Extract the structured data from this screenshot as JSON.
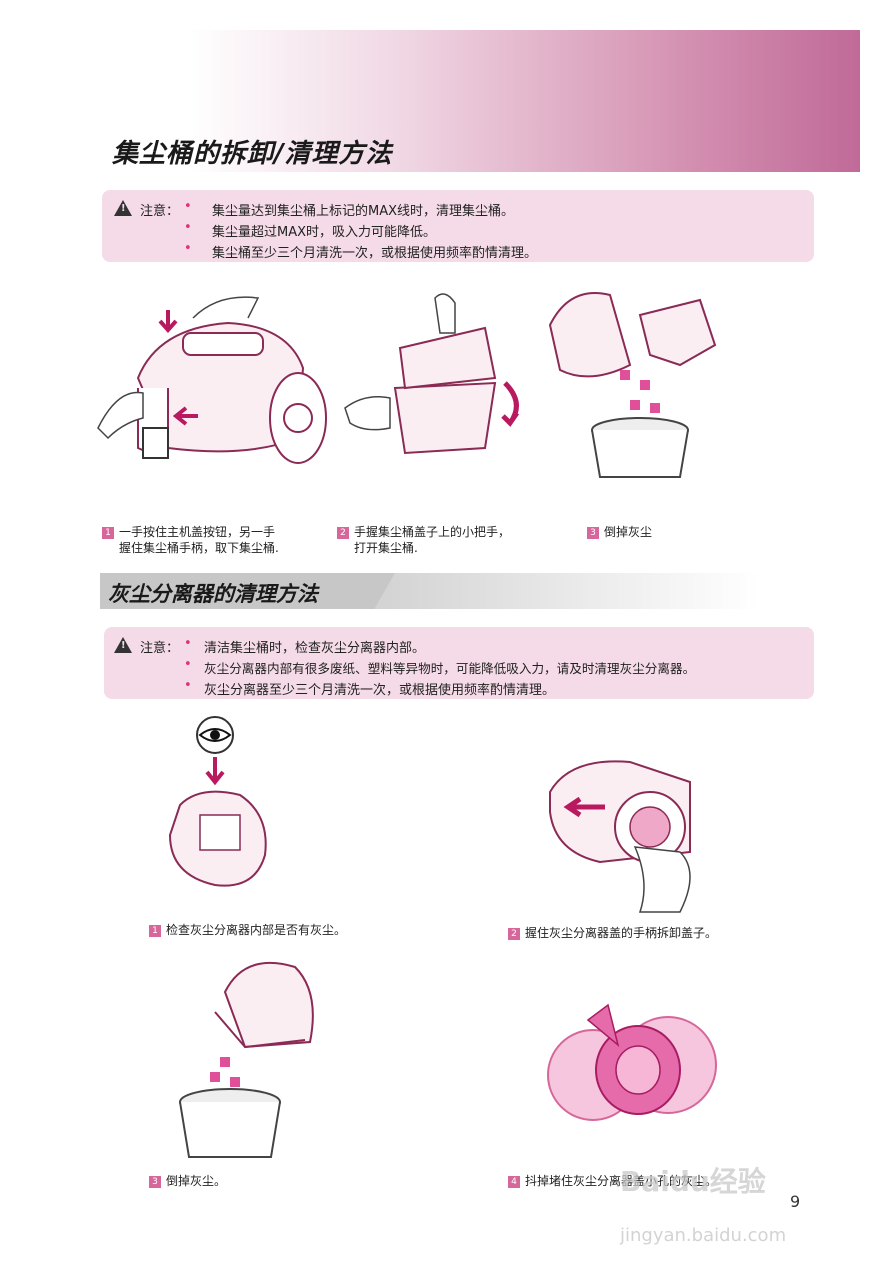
{
  "section1": {
    "title": "集尘桶的拆卸/清理方法",
    "note_label": "注意：",
    "notes": [
      "集尘量达到集尘桶上标记的MAX线时，清理集尘桶。",
      "集尘量超过MAX时，吸入力可能降低。",
      "集尘桶至少三个月清洗一次，或根据使用频率酌情清理。"
    ],
    "steps": [
      {
        "num": "1",
        "line1": "一手按住主机盖按钮，另一手",
        "line2": "握住集尘桶手柄，取下集尘桶."
      },
      {
        "num": "2",
        "line1": "手握集尘桶盖子上的小把手，",
        "line2": "打开集尘桶."
      },
      {
        "num": "3",
        "line1": "倒掉灰尘",
        "line2": ""
      }
    ]
  },
  "section2": {
    "title": "灰尘分离器的清理方法",
    "note_label": "注意：",
    "notes": [
      "清洁集尘桶时，检查灰尘分离器内部。",
      "灰尘分离器内部有很多废纸、塑料等异物时，可能降低吸入力，请及时清理灰尘分离器。",
      "灰尘分离器至少三个月清洗一次，或根据使用频率酌情清理。"
    ],
    "steps": [
      {
        "num": "1",
        "text": "检查灰尘分离器内部是否有灰尘。"
      },
      {
        "num": "2",
        "text": "握住灰尘分离器盖的手柄拆卸盖子。"
      },
      {
        "num": "3",
        "text": "倒掉灰尘。"
      },
      {
        "num": "4",
        "text": "抖掉堵住灰尘分离器盖小孔的灰尘。"
      }
    ]
  },
  "page_number": "9",
  "watermark": {
    "line1": "Baidu经验",
    "line2": "jingyan.baidu.com"
  },
  "colors": {
    "accent": "#d7669a",
    "note_bg": "#f4dbe7",
    "bullet": "#e0307a"
  }
}
